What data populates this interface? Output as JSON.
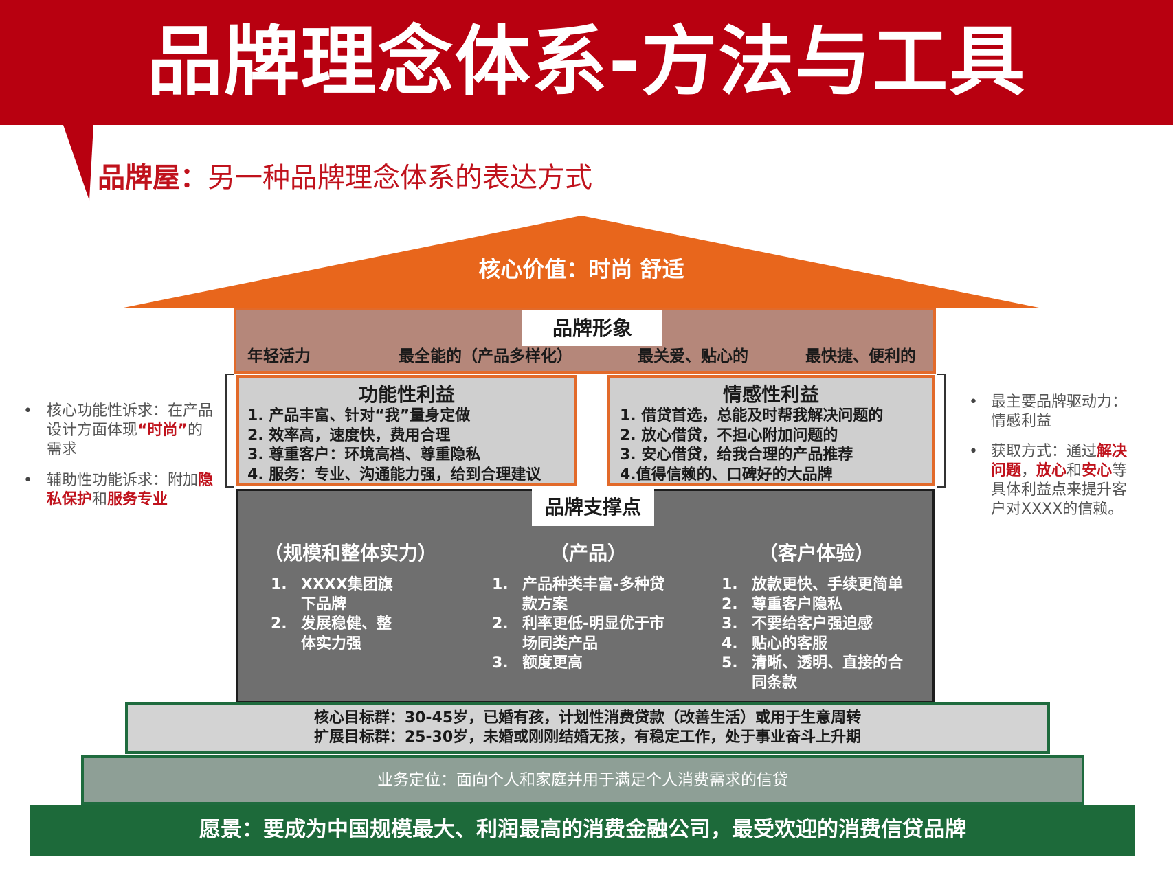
{
  "header": {
    "title": "品牌理念体系-方法与工具"
  },
  "subtitle": {
    "label": "品牌屋：",
    "text": "另一种品牌理念体系的表达方式"
  },
  "roof": {
    "text": "核心价值：时尚 舒适"
  },
  "brand_image": {
    "title": "品牌形象",
    "items": [
      "年轻活力",
      "最全能的（产品多样化）",
      "最关爱、贴心的",
      "最快捷、便利的"
    ]
  },
  "functional": {
    "title": "功能性利益",
    "items": [
      "1. 产品丰富、针对“我”量身定做",
      "2. 效率高，速度快，费用合理",
      "3. 尊重客户：环境高档、尊重隐私",
      "4. 服务：专业、沟通能力强，给到合理建议"
    ]
  },
  "emotional": {
    "title": "情感性利益",
    "items": [
      "1. 借贷首选，总能及时帮我解决问题的",
      "2. 放心借贷，不担心附加问题的",
      "3. 安心借贷，给我合理的产品推荐",
      "4.值得信赖的、口碑好的大品牌"
    ]
  },
  "support": {
    "title": "品牌支撑点",
    "columns": [
      {
        "title": "（规模和整体实力）",
        "items": [
          {
            "num": "1.",
            "text": "XXXX集团旗\n下品牌"
          },
          {
            "num": "2.",
            "text": "发展稳健、整\n体实力强"
          }
        ]
      },
      {
        "title": "（产品）",
        "items": [
          {
            "num": "1.",
            "text": "产品种类丰富-多种贷\n款方案"
          },
          {
            "num": "2.",
            "text": "利率更低-明显优于市\n场同类产品"
          },
          {
            "num": "3.",
            "text": "额度更高"
          }
        ]
      },
      {
        "title": "（客户体验）",
        "items": [
          {
            "num": "1.",
            "text": "放款更快、手续更简单"
          },
          {
            "num": "2.",
            "text": "尊重客户隐私"
          },
          {
            "num": "3.",
            "text": "不要给客户强迫感"
          },
          {
            "num": "4.",
            "text": "贴心的客服"
          },
          {
            "num": "5.",
            "text": "清晰、透明、直接的合\n同条款"
          }
        ]
      }
    ]
  },
  "targets": {
    "core": "核心目标群：30-45岁，已婚有孩，计划性消费贷款（改善生活）或用于生意周转",
    "extended": "扩展目标群：25-30岁，未婚或刚刚结婚无孩，有稳定工作，处于事业奋斗上升期"
  },
  "positioning": "业务定位：面向个人和家庭并用于满足个人消费需求的信贷",
  "vision": "愿景：要成为中国规模最大、利润最高的消费金融公司，最受欢迎的消费信贷品牌",
  "left_notes": {
    "note1": {
      "pre": "核心功能性诉求：在产品设计方面体现",
      "hl": "“时尚”",
      "post": "的需求"
    },
    "note2": {
      "pre": "辅助性功能诉求：附加",
      "hl1": "隐私保护",
      "mid": "和",
      "hl2": "服务专业"
    }
  },
  "right_notes": {
    "note1": "最主要品牌驱动力：情感利益",
    "note2": {
      "pre": "获取方式：通过",
      "hl1": "解决问题",
      "sep1": "，",
      "hl2": "放心",
      "sep2": "和",
      "hl3": "安心",
      "post": "等具体利益点来提升客户对XXXX的信赖。"
    }
  },
  "colors": {
    "header_red": "#b80010",
    "roof_orange": "#e8661c",
    "image_band": "#b5877a",
    "benefit_gray": "#cfcfcf",
    "support_gray": "#6f6f6f",
    "vision_green": "#1d6a3a",
    "highlight_red": "#c0121c"
  }
}
